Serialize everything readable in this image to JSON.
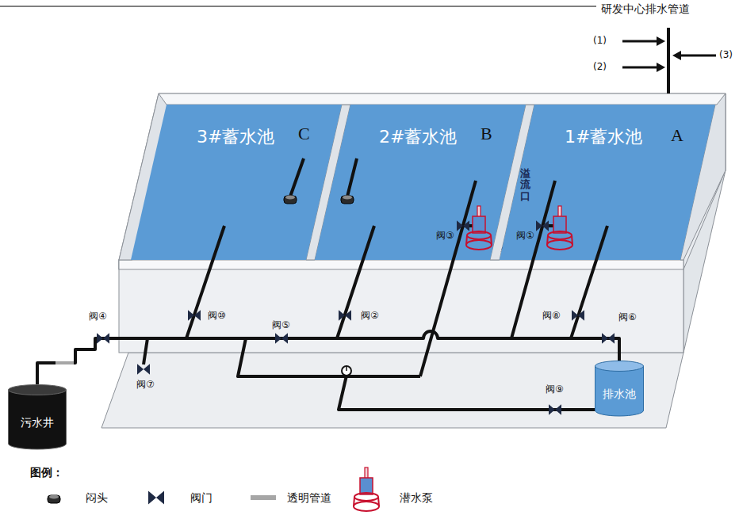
{
  "diagram": {
    "nodes": [
      {
        "text": [
          "3#蓄水池",
          "C"
        ]
      },
      {
        "text": [
          "2#蓄水池",
          "B"
        ]
      },
      {
        "text": [
          "1#蓄水池",
          "A"
        ]
      },
      {
        "text": [
          "污水井"
        ]
      },
      {
        "text": [
          "排水池"
        ]
      }
    ],
    "edges": [
      {
        "from": 4,
        "to": 3,
        "arrow": "none"
      }
    ],
    "labels": [
      "研发中心排水管道",
      "(1)",
      "(2)",
      "(3)",
      "溢流口",
      "阀③",
      "阀①",
      "阀⑩",
      "阀⑤",
      "阀②",
      "阀⑧",
      "阀⑥",
      "阀④",
      "阀⑦",
      "阀⑨",
      "图例："
    ],
    "legend": [
      {
        "text": "闷头"
      },
      {
        "text": "阀门"
      },
      {
        "text": "透明管道"
      },
      {
        "text": "潜水泵"
      }
    ]
  }
}
